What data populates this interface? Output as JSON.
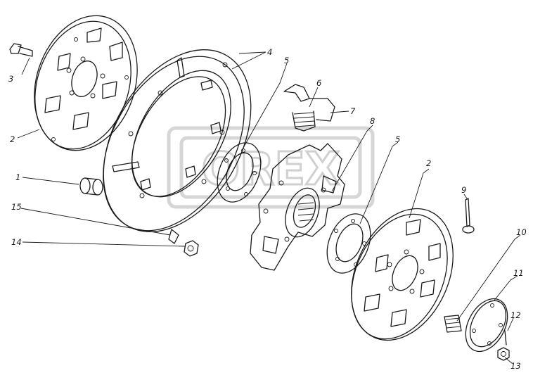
{
  "diagram": {
    "watermark": "OREX",
    "callouts": [
      {
        "id": "1",
        "label": "1"
      },
      {
        "id": "2a",
        "label": "2"
      },
      {
        "id": "2b",
        "label": "2"
      },
      {
        "id": "3",
        "label": "3"
      },
      {
        "id": "4",
        "label": "4"
      },
      {
        "id": "5a",
        "label": "5"
      },
      {
        "id": "5b",
        "label": "5"
      },
      {
        "id": "6",
        "label": "6"
      },
      {
        "id": "7",
        "label": "7"
      },
      {
        "id": "8",
        "label": "8"
      },
      {
        "id": "9",
        "label": "9"
      },
      {
        "id": "10",
        "label": "10"
      },
      {
        "id": "11",
        "label": "11"
      },
      {
        "id": "12",
        "label": "12"
      },
      {
        "id": "13",
        "label": "13"
      },
      {
        "id": "14",
        "label": "14"
      },
      {
        "id": "15",
        "label": "15"
      }
    ]
  }
}
